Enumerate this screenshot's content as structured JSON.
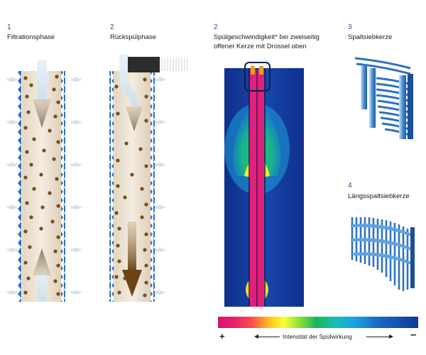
{
  "panels": {
    "filtration": {
      "num": "1",
      "title": "Filtrationsphase"
    },
    "backflush": {
      "num": "2",
      "title": "Rückspülphase"
    },
    "simulation": {
      "num": "2",
      "title_line1": "Spülgeschwindigkeit* bei zweiseitig",
      "title_line2": "offener Kerze mit Drossel oben"
    },
    "slot_sieve": {
      "num": "3",
      "title": "Spaltsiebkerze"
    },
    "longitudinal_sieve": {
      "num": "4",
      "title": "Längsspaltsiebkerze"
    }
  },
  "scale": {
    "plus": "+",
    "minus": "–",
    "label": "Intensität der Spülwirkung"
  },
  "colors": {
    "accent_blue": "#2a4f86",
    "sim_background": "#12389a",
    "flush_magenta": "#e0207a"
  }
}
